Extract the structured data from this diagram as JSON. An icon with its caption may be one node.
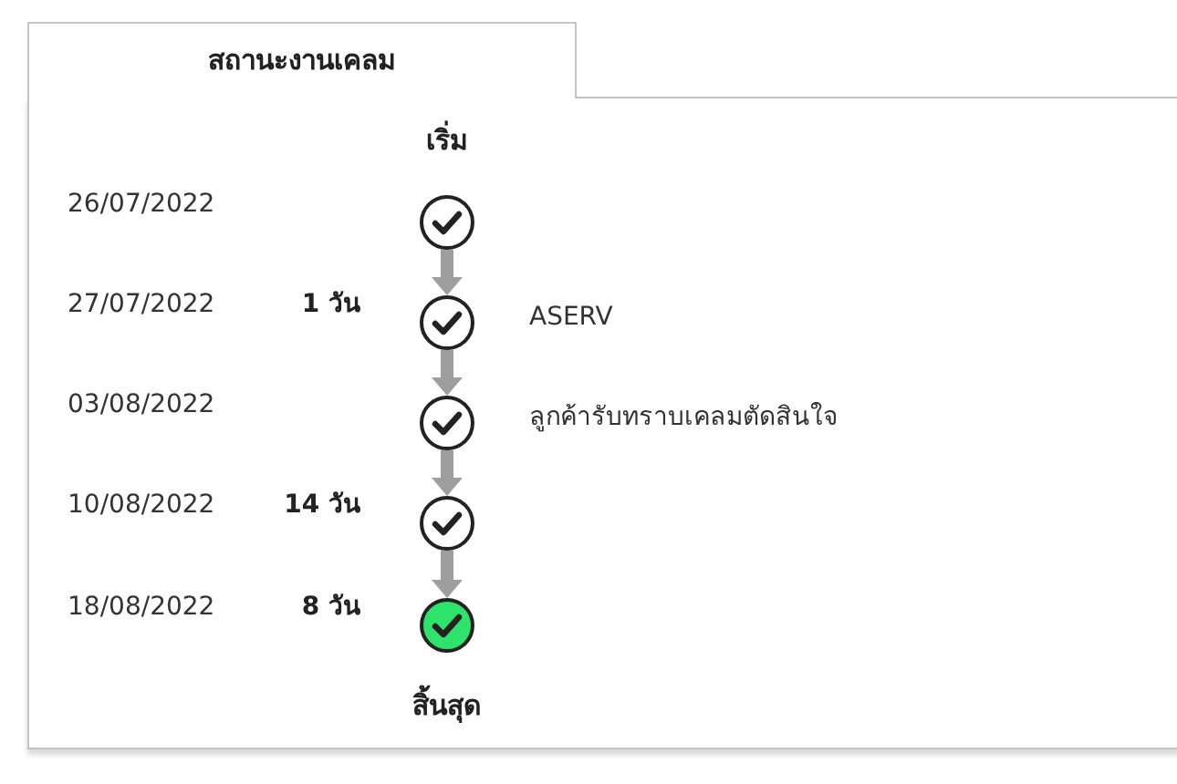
{
  "diagram": {
    "title": "สถานะงานเคลม",
    "nodes": [
      {
        "text": [],
        "shape": "circle"
      },
      {
        "text": [],
        "shape": "circle",
        "beside": [
          "1 วัน",
          "ASERV"
        ]
      },
      {
        "text": [],
        "shape": "circle",
        "beside": [
          "ลูกค้ารับทราบเคลมตัดสินใจ"
        ]
      },
      {
        "text": [],
        "shape": "circle",
        "beside": [
          "14 วัน"
        ]
      },
      {
        "text": [],
        "shape": "circle",
        "beside": [
          "8 วัน"
        ]
      }
    ],
    "edges": [
      {
        "from": 0,
        "to": 1,
        "arrow": "to"
      },
      {
        "from": 1,
        "to": 2,
        "arrow": "to"
      },
      {
        "from": 2,
        "to": 3,
        "arrow": "to"
      },
      {
        "from": 3,
        "to": 4,
        "arrow": "to"
      }
    ],
    "labels": [
      "เริ่ม",
      "26/07/2022",
      "27/07/2022",
      "03/08/2022",
      "10/08/2022",
      "18/08/2022",
      "สิ้นสุด"
    ]
  }
}
